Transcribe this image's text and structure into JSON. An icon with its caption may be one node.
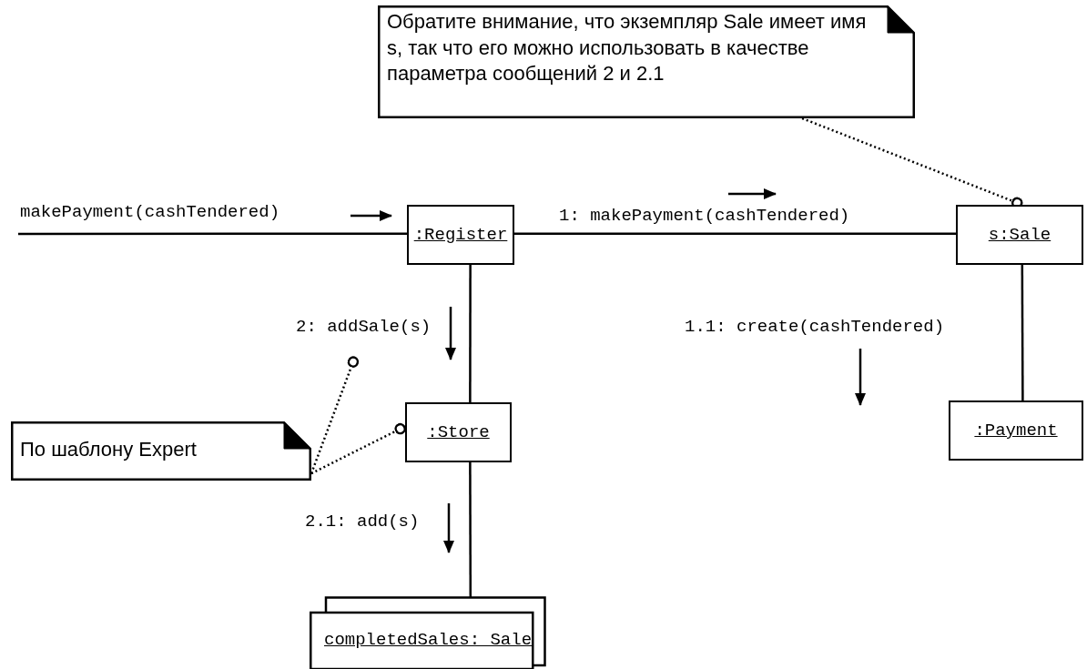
{
  "diagram": {
    "nodes": [
      {
        "text": [
          "Обратите внимание, что экземпляр Sale имеет имя s, так что его можно использовать в качестве параметра сообщений 2 и 2.1"
        ]
      },
      {
        "text": [
          ":Register"
        ]
      },
      {
        "text": [
          "s:Sale"
        ]
      },
      {
        "text": [
          ":Store"
        ]
      },
      {
        "text": [
          ":Payment"
        ]
      },
      {
        "text": [
          "completedSales: Sale"
        ]
      },
      {
        "text": [
          "По шаблону Expert"
        ]
      }
    ],
    "edges": [
      {
        "from": null,
        "to": 1,
        "arrow": "none",
        "label": "makePayment(cashTendered)"
      },
      {
        "from": 1,
        "to": 2,
        "arrow": "none",
        "label": "1: makePayment(cashTendered)"
      },
      {
        "from": 1,
        "to": 3,
        "arrow": "none",
        "label": "2: addSale(s)"
      },
      {
        "from": 2,
        "to": 4,
        "arrow": "none",
        "label": "1.1: create(cashTendered)"
      },
      {
        "from": 3,
        "to": 5,
        "arrow": "none",
        "label": "2.1: add(s)"
      },
      {
        "from": 0,
        "to": 2,
        "arrow": "other",
        "style": "dashed"
      },
      {
        "from": 6,
        "to": null,
        "arrow": "other",
        "style": "dashed"
      },
      {
        "from": 6,
        "to": 3,
        "arrow": "other",
        "style": "dashed"
      }
    ]
  }
}
